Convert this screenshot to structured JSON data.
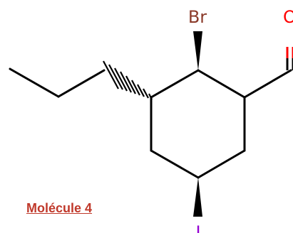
{
  "caption": "Molécule 4",
  "atoms": {
    "bromine": "Br",
    "oxygen": "O",
    "iodine": "I"
  },
  "colors": {
    "bond": "#000000",
    "bromine": "#8b3a2a",
    "oxygen": "#ff0000",
    "iodine": "#9400d3",
    "caption": "#c0392b"
  }
}
